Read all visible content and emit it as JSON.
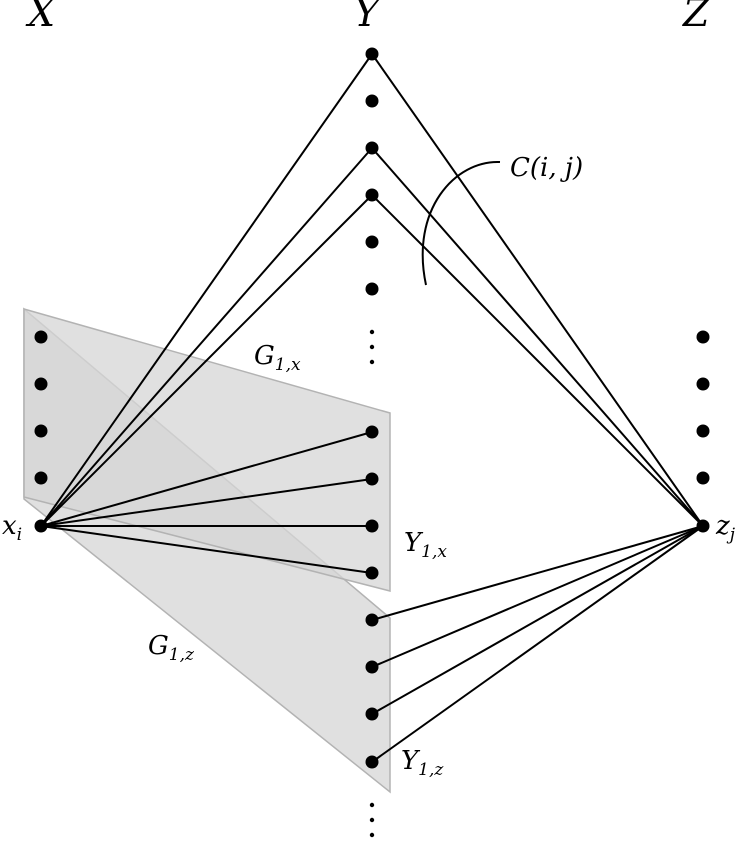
{
  "columns": {
    "x": "X",
    "y": "Y",
    "z": "Z"
  },
  "labels": {
    "C": "C(i, j)",
    "xi_base": "x",
    "xi_sub": "i",
    "zj_base": "z",
    "zj_sub": "j",
    "G1x_base": "G",
    "G1x_sub": "1,x",
    "G1z_base": "G",
    "G1z_sub": "1,z",
    "Y1x_base": "Y",
    "Y1x_sub": "1,x",
    "Y1z_base": "Y",
    "Y1z_sub": "1,z"
  },
  "colors": {
    "plane_fill": "#d6d6d6",
    "plane_stroke": "#b3b3b3",
    "line": "#000000"
  }
}
